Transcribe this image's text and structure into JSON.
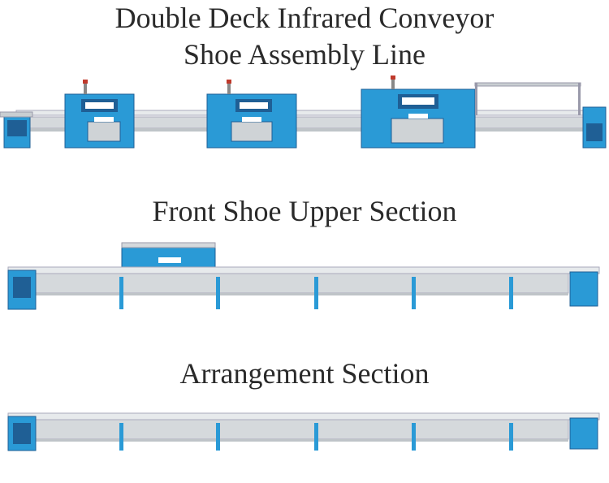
{
  "heading": {
    "line1": "Double Deck Infrared Conveyor",
    "line2": "Shoe Assembly Line"
  },
  "sections": [
    {
      "label": "Front  Shoe Upper Section"
    },
    {
      "label": "Arrangement Section"
    }
  ],
  "colors": {
    "machine_blue": "#2a9ad6",
    "panel_dark": "#1f5f95",
    "frame_grey": "#cfd3d6",
    "rail_grey": "#e7eaec",
    "title_text": "#2a2a2a"
  }
}
